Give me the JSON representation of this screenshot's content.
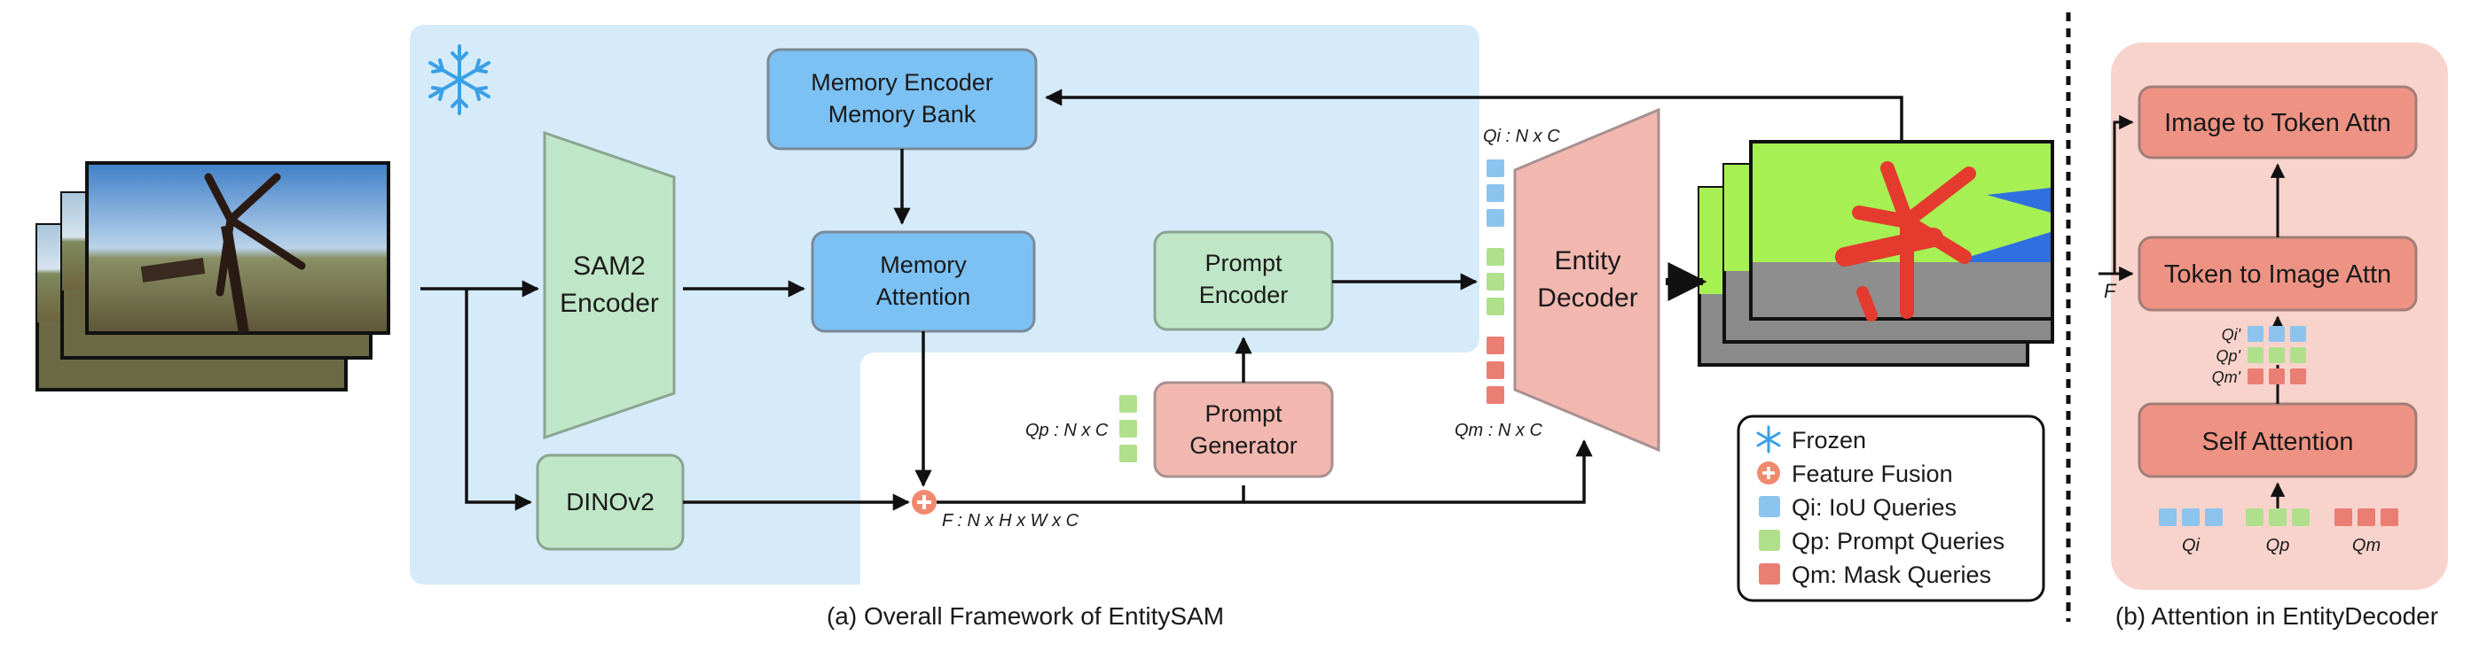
{
  "diagram": {
    "boxes": {
      "memory_encoder": [
        "Memory Encoder",
        "Memory Bank"
      ],
      "sam2_encoder": [
        "SAM2",
        "Encoder"
      ],
      "memory_attention": [
        "Memory",
        "Attention"
      ],
      "prompt_encoder": [
        "Prompt",
        "Encoder"
      ],
      "prompt_generator": [
        "Prompt",
        "Generator"
      ],
      "dinov2": "DINOv2",
      "entity_decoder": [
        "Entity",
        "Decoder"
      ]
    },
    "annotations": {
      "qi": "Qi : N x C",
      "qp": "Qp : N x C",
      "qm": "Qm : N x C",
      "f": "F : N x H x W x C"
    },
    "legend": [
      {
        "icon": "snowflake",
        "label": "Frozen"
      },
      {
        "icon": "plus-circle",
        "label": "Feature Fusion",
        "color": "#f08a6e"
      },
      {
        "icon": "square",
        "label": "Qi: IoU Queries",
        "color": "#8cc4ee"
      },
      {
        "icon": "square",
        "label": "Qp: Prompt Queries",
        "color": "#b0e08c"
      },
      {
        "icon": "square",
        "label": "Qm: Mask Queries",
        "color": "#ea7e73"
      }
    ],
    "caption_left": "(a) Overall Framework of EntitySAM",
    "caption_right": "(b) Attention in EntityDecoder",
    "right_panel": {
      "blocks": [
        "Image to Token Attn",
        "Token to Image Attn",
        "Self Attention"
      ],
      "f_label": "F",
      "query_labels": [
        "Qi'",
        "Qp'",
        "Qm'"
      ],
      "bottom_labels": [
        "Qi",
        "Qp",
        "Qm"
      ]
    }
  },
  "colors": {
    "frozen_region": "#d6ebfa",
    "blue_box": "#7cc1f3",
    "green_box": "#bfe6c6",
    "pink_box": "#f2b8b0",
    "right_panel_bg": "#f8d3cc",
    "right_block": "#ee9384",
    "qi": "#8cc4ee",
    "qp": "#b0e08c",
    "qm": "#ea7e73"
  }
}
